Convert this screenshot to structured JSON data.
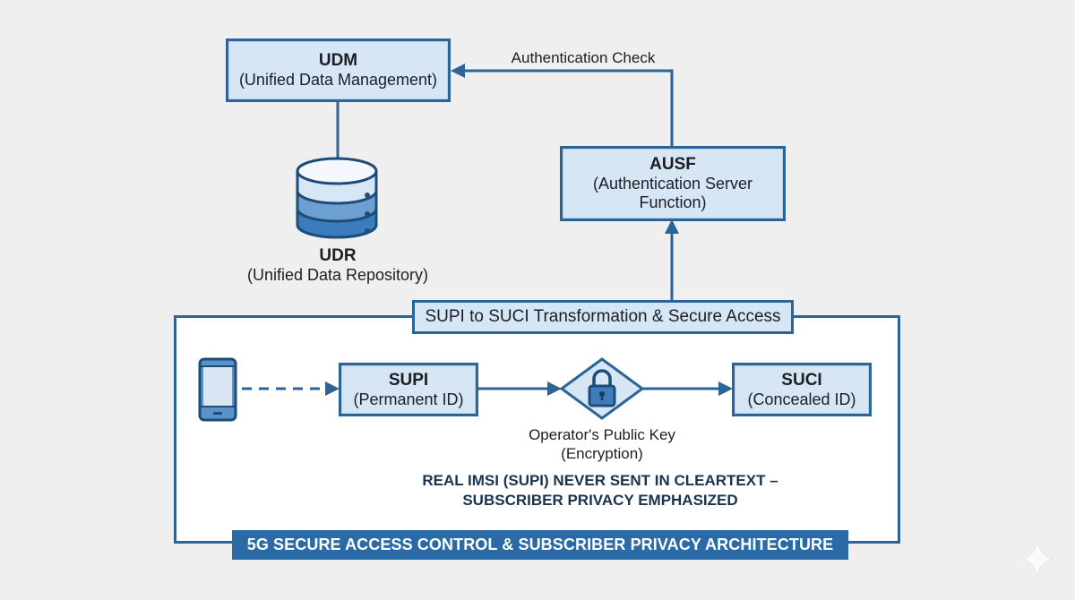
{
  "colors": {
    "background": "#efefef",
    "box_fill": "#d6e6f4",
    "box_border": "#2b6496",
    "footer_fill": "#2a6aa6",
    "text_dark": "#1b1f24",
    "privacy_text": "#1a3450"
  },
  "nodes": {
    "udm": {
      "title": "UDM",
      "subtitle": "(Unified Data Management)"
    },
    "udr": {
      "title": "UDR",
      "subtitle": "(Unified Data Repository)",
      "icon": "database-icon"
    },
    "ausf": {
      "title": "AUSF",
      "subtitle_line1": "(Authentication Server",
      "subtitle_line2": "Function)"
    },
    "supi": {
      "title": "SUPI",
      "subtitle": "(Permanent ID)"
    },
    "suci": {
      "title": "SUCI",
      "subtitle": "(Concealed ID)"
    },
    "device": {
      "icon": "smartphone-icon"
    },
    "encryption": {
      "icon": "lock-icon",
      "label_line1": "Operator's Public Key",
      "label_line2": "(Encryption)"
    }
  },
  "edges": {
    "auth_check_label": "Authentication Check"
  },
  "section": {
    "title": "SUPI to SUCI Transformation & Secure Access",
    "privacy_line1": "REAL IMSI (SUPI) NEVER SENT IN CLEARTEXT –",
    "privacy_line2": "SUBSCRIBER PRIVACY EMPHASIZED"
  },
  "footer": {
    "title": "5G SECURE ACCESS CONTROL & SUBSCRIBER PRIVACY ARCHITECTURE"
  },
  "watermark": {
    "icon": "sparkle-icon"
  }
}
